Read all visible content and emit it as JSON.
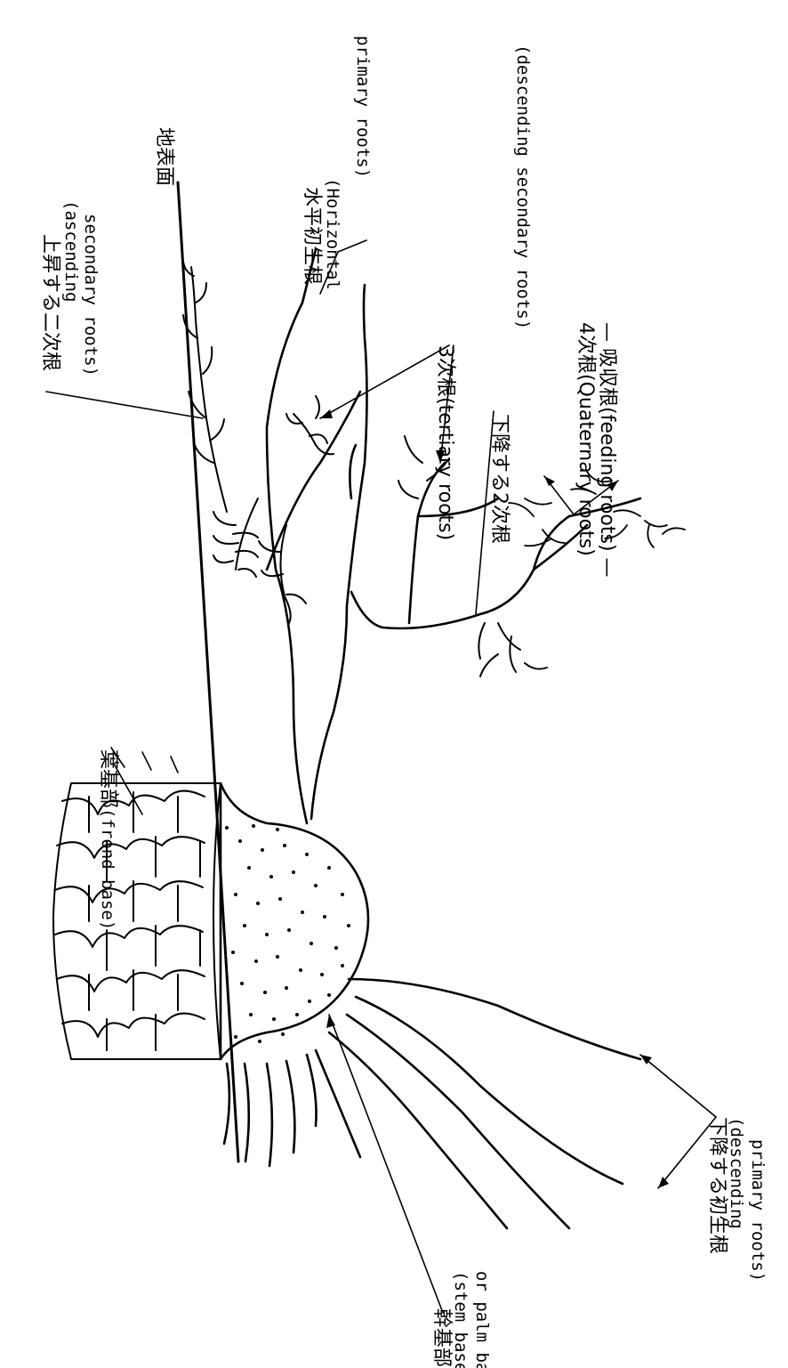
{
  "labels": {
    "frond_base_ja": "葉基部",
    "frond_base_en": "(frond base)",
    "ascending_secondary_ja": "上昇する二次根",
    "ascending_secondary_en_1": "(ascending",
    "ascending_secondary_en_2": "secondary roots)",
    "ground_surface_ja": "地表面",
    "horizontal_primary_ja": "水平初生根",
    "horizontal_primary_en_1": "(Horizontal",
    "horizontal_primary_en_2": "primary roots)",
    "tertiary": "3次根(tertiary roots)",
    "descending_secondary_ja": "下降する2次根",
    "descending_secondary_en": "(descending secondary roots)",
    "quaternary": "4次根(Quaternary roots)",
    "feeding_roots": "吸収根(feeding roots)",
    "descending_primary_ja": "下降する初生根",
    "descending_primary_en_1": "(descending",
    "descending_primary_en_2": "primary roots)",
    "stem_base_ja": "幹基部",
    "stem_base_en_1": "(stem base",
    "stem_base_en_2": "or palm base)"
  }
}
